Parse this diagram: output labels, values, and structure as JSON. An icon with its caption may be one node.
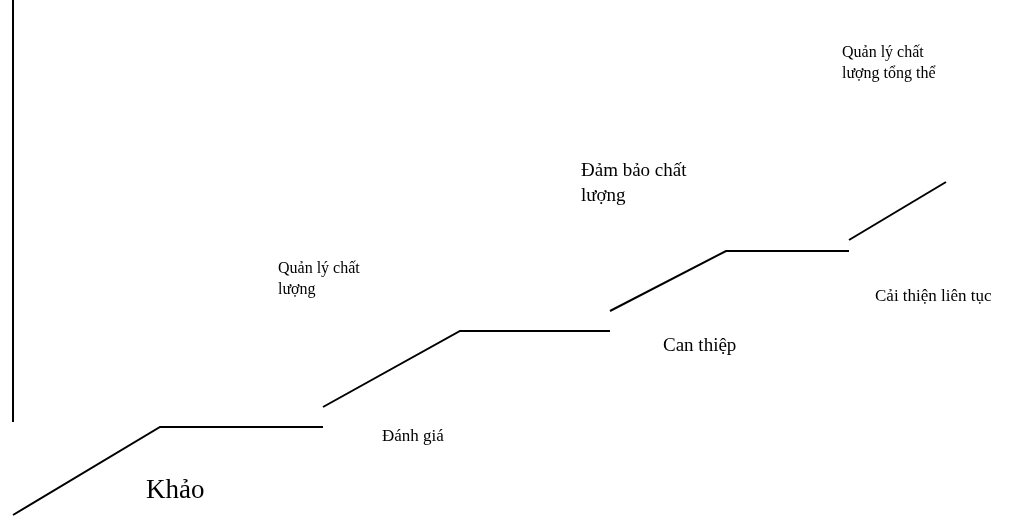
{
  "diagram": {
    "labels": [
      "Quản lý chất lượng tổng thể",
      "Đảm bảo chất lượng",
      "Quản lý chất lượng",
      "Cải thiện liên tục",
      "Can thiệp",
      "Đánh giá",
      "Khảo"
    ]
  }
}
